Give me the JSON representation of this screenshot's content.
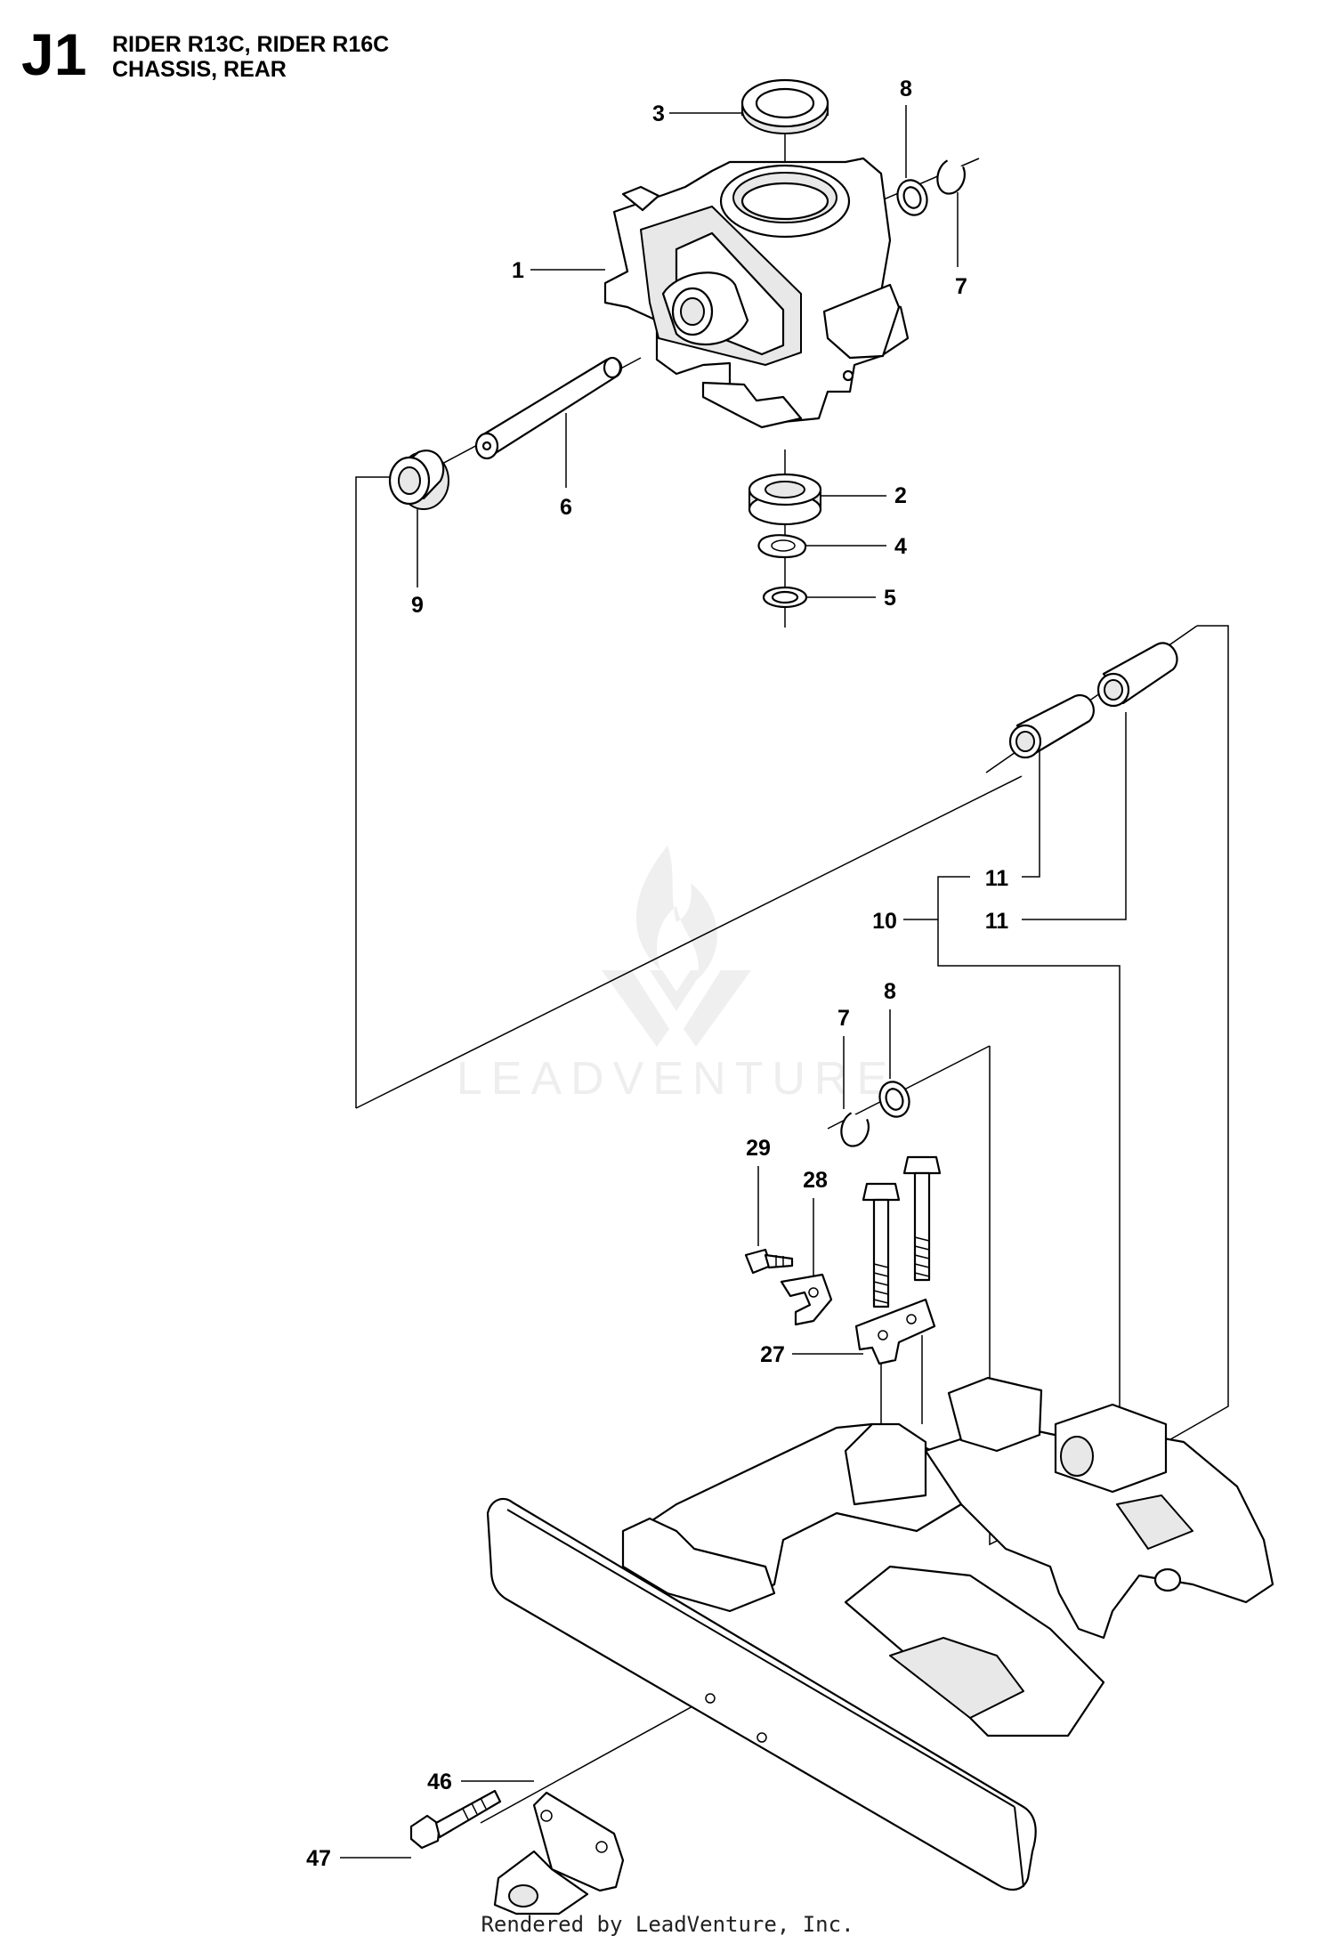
{
  "header": {
    "code": "J1",
    "title_line1": "RIDER R13C, RIDER R16C",
    "title_line2": "CHASSIS, REAR"
  },
  "watermark": {
    "text": "LEADVENTURE",
    "icon": "leadventure-flame-logo"
  },
  "footer": {
    "text": "Rendered by LeadVenture, Inc."
  },
  "callouts": [
    {
      "id": "c1",
      "label": "1"
    },
    {
      "id": "c2",
      "label": "2"
    },
    {
      "id": "c3",
      "label": "3"
    },
    {
      "id": "c4",
      "label": "4"
    },
    {
      "id": "c5",
      "label": "5"
    },
    {
      "id": "c6",
      "label": "6"
    },
    {
      "id": "c7a",
      "label": "7"
    },
    {
      "id": "c8a",
      "label": "8"
    },
    {
      "id": "c9",
      "label": "9"
    },
    {
      "id": "c11a",
      "label": "11"
    },
    {
      "id": "c10",
      "label": "10"
    },
    {
      "id": "c11b",
      "label": "11"
    },
    {
      "id": "c7b",
      "label": "7"
    },
    {
      "id": "c8b",
      "label": "8"
    },
    {
      "id": "c29",
      "label": "29"
    },
    {
      "id": "c28",
      "label": "28"
    },
    {
      "id": "c27",
      "label": "27"
    },
    {
      "id": "c46",
      "label": "46"
    },
    {
      "id": "c47",
      "label": "47"
    }
  ]
}
